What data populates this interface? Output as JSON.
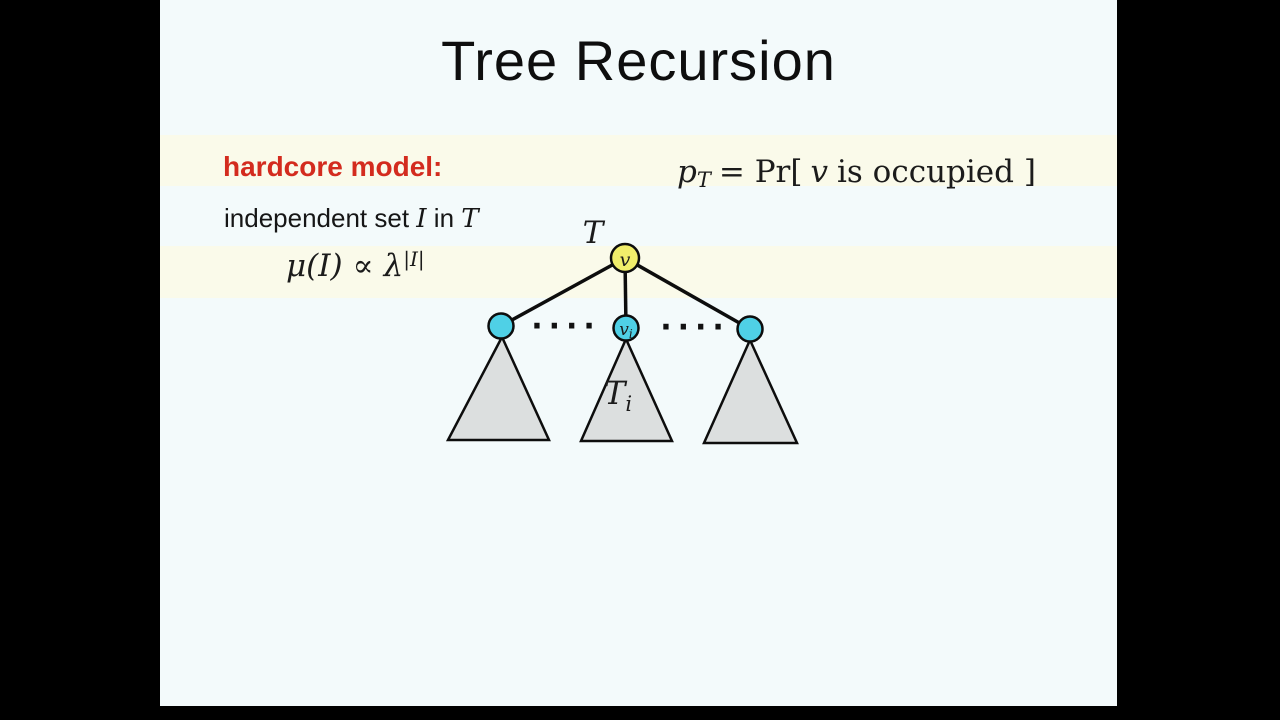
{
  "window": {
    "letterbox_color": "#000000"
  },
  "slide": {
    "bg_color": "#f3fafb",
    "band_color": "#fafaea",
    "accent_red": "#d32b1e",
    "title": "Tree Recursion",
    "hardcore_label": "hardcore model:",
    "independent_set": {
      "prefix": "independent set ",
      "var1": "I",
      "middle": " in ",
      "var2": "T"
    },
    "mu_formula": {
      "lhs": "μ(I)",
      "propto": "∝",
      "lambda": "λ",
      "exponent": "|I|"
    },
    "pt_formula": {
      "p": "p",
      "sub": "T",
      "equals": "= Pr[",
      "v": "v",
      "rest": "is occupied ]"
    },
    "tree": {
      "label": "T",
      "root_label": "v",
      "child_label_base": "v",
      "child_label_sub": "i",
      "subtree_label_base": "T",
      "subtree_label_sub": "i",
      "dots_left": "····",
      "dots_right": "····",
      "colors": {
        "root_fill": "#f1ee6b",
        "child_fill": "#4fd0e6",
        "triangle_fill": "#dcdfdf",
        "stroke": "#0d0d0d",
        "child_label_color": "#1c6fae"
      }
    }
  }
}
